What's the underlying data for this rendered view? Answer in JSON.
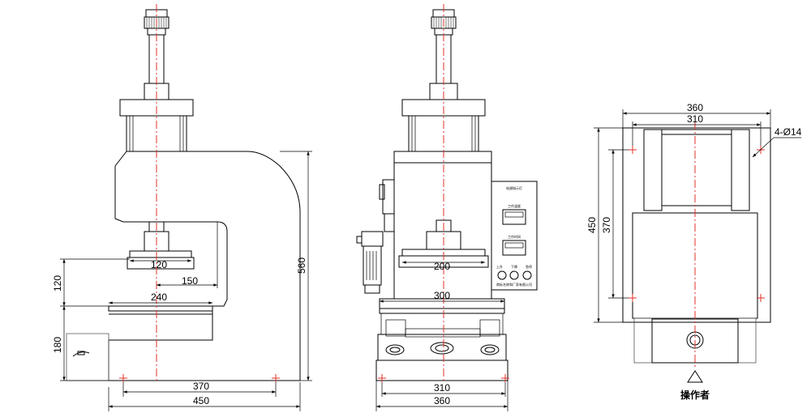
{
  "side_view": {
    "dims": {
      "d120_face": "120",
      "d150": "150",
      "d240": "240",
      "d370": "370",
      "d450": "450",
      "d560": "560",
      "d120_stroke": "120",
      "d180": "180"
    }
  },
  "front_view": {
    "dims": {
      "d200": "200",
      "d300": "300",
      "d310": "310",
      "d360": "360"
    },
    "panel": {
      "title": "电源指示灯",
      "section1": "工作温度",
      "section2": "工作时间",
      "knob1": "上升",
      "knob2": "下降",
      "knob3": "急停",
      "maker": "商标名称和厂家有限公司"
    }
  },
  "top_view": {
    "dims": {
      "d360": "360",
      "d310": "310",
      "d450": "450",
      "d370": "370",
      "holes": "4-Ø14"
    },
    "operator_label": "操作者"
  }
}
